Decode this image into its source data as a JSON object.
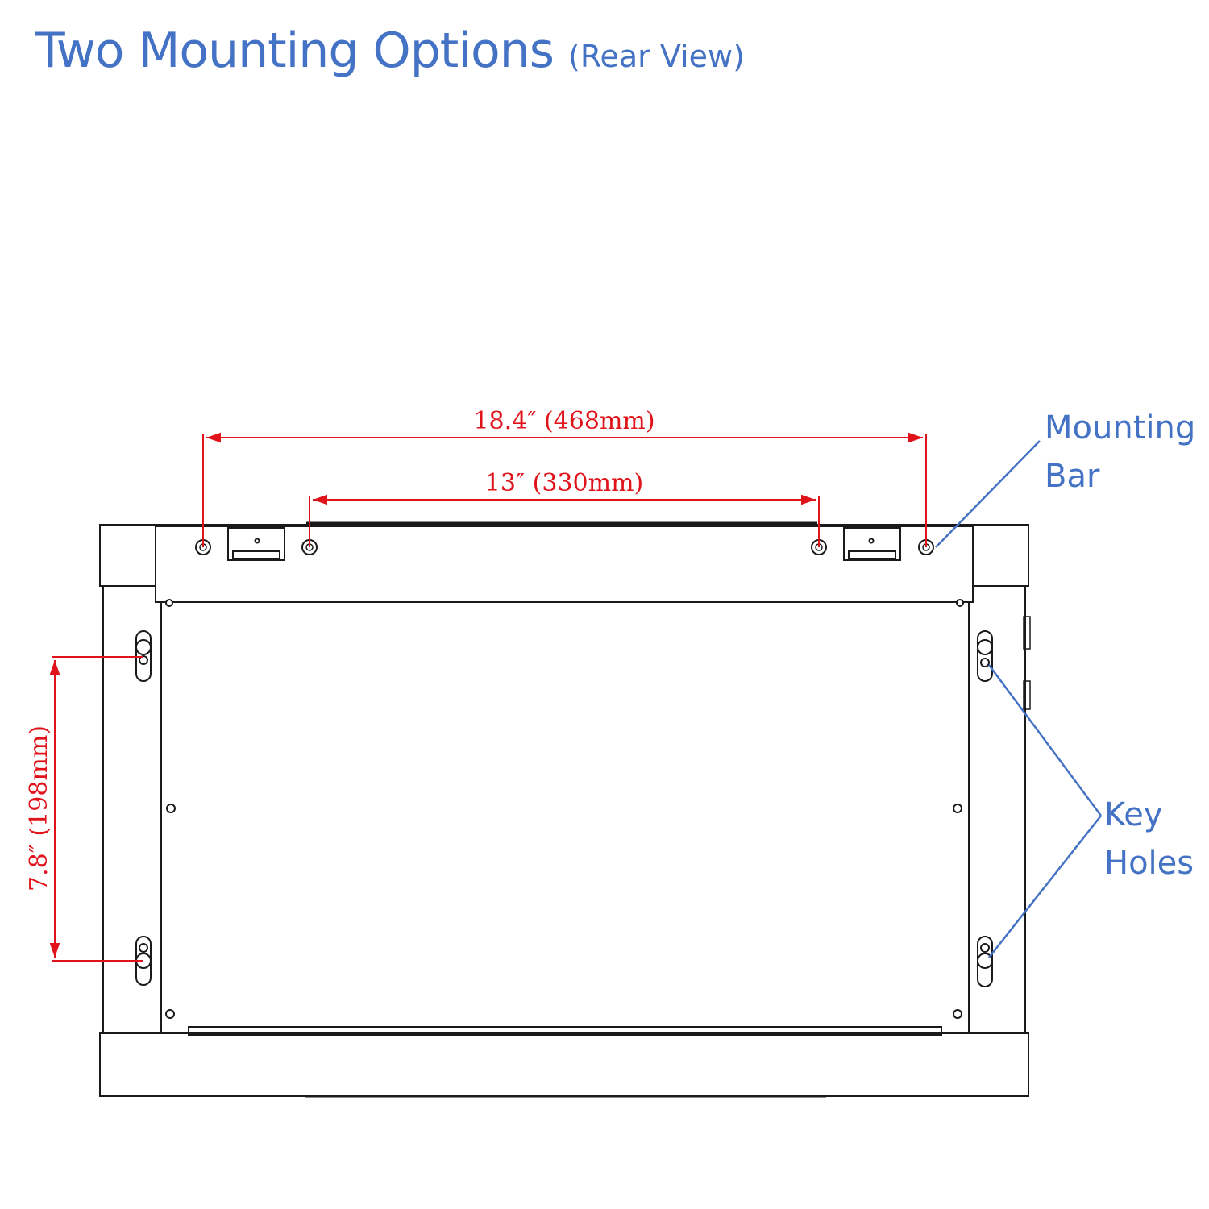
{
  "title": {
    "main": "Two Mounting Options",
    "sub": "(Rear View)"
  },
  "dimensions": {
    "outer_holes": "18.4″ (468mm)",
    "inner_holes": "13″ (330mm)",
    "key_holes": "7.8″ (198mm)"
  },
  "callouts": {
    "mounting_bar": [
      "Mounting",
      "Bar"
    ],
    "key_holes": [
      "Key",
      "Holes"
    ]
  },
  "colors": {
    "title": "#4472c4",
    "dimension": "#e0131a",
    "callout": "#4472c4",
    "drawing": "#1a1a1a"
  }
}
